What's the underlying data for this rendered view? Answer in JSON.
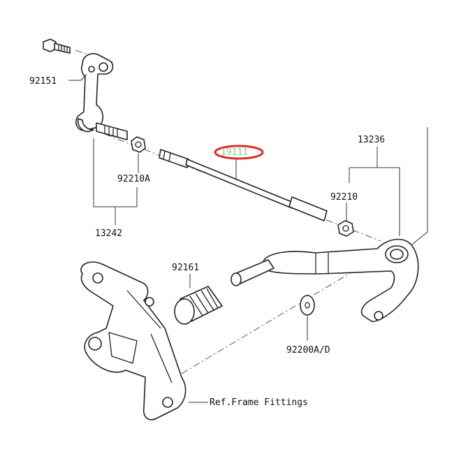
{
  "diagram": {
    "labels": {
      "p92151": "92151",
      "p92210A": "92210A",
      "p13242": "13242",
      "p92210": "92210",
      "p13236": "13236",
      "p92161": "92161",
      "p92200AD": "92200A/D",
      "p19111": "19111"
    },
    "reference_note": "Ref.Frame Fittings",
    "highlight_color": "#d9302a"
  }
}
